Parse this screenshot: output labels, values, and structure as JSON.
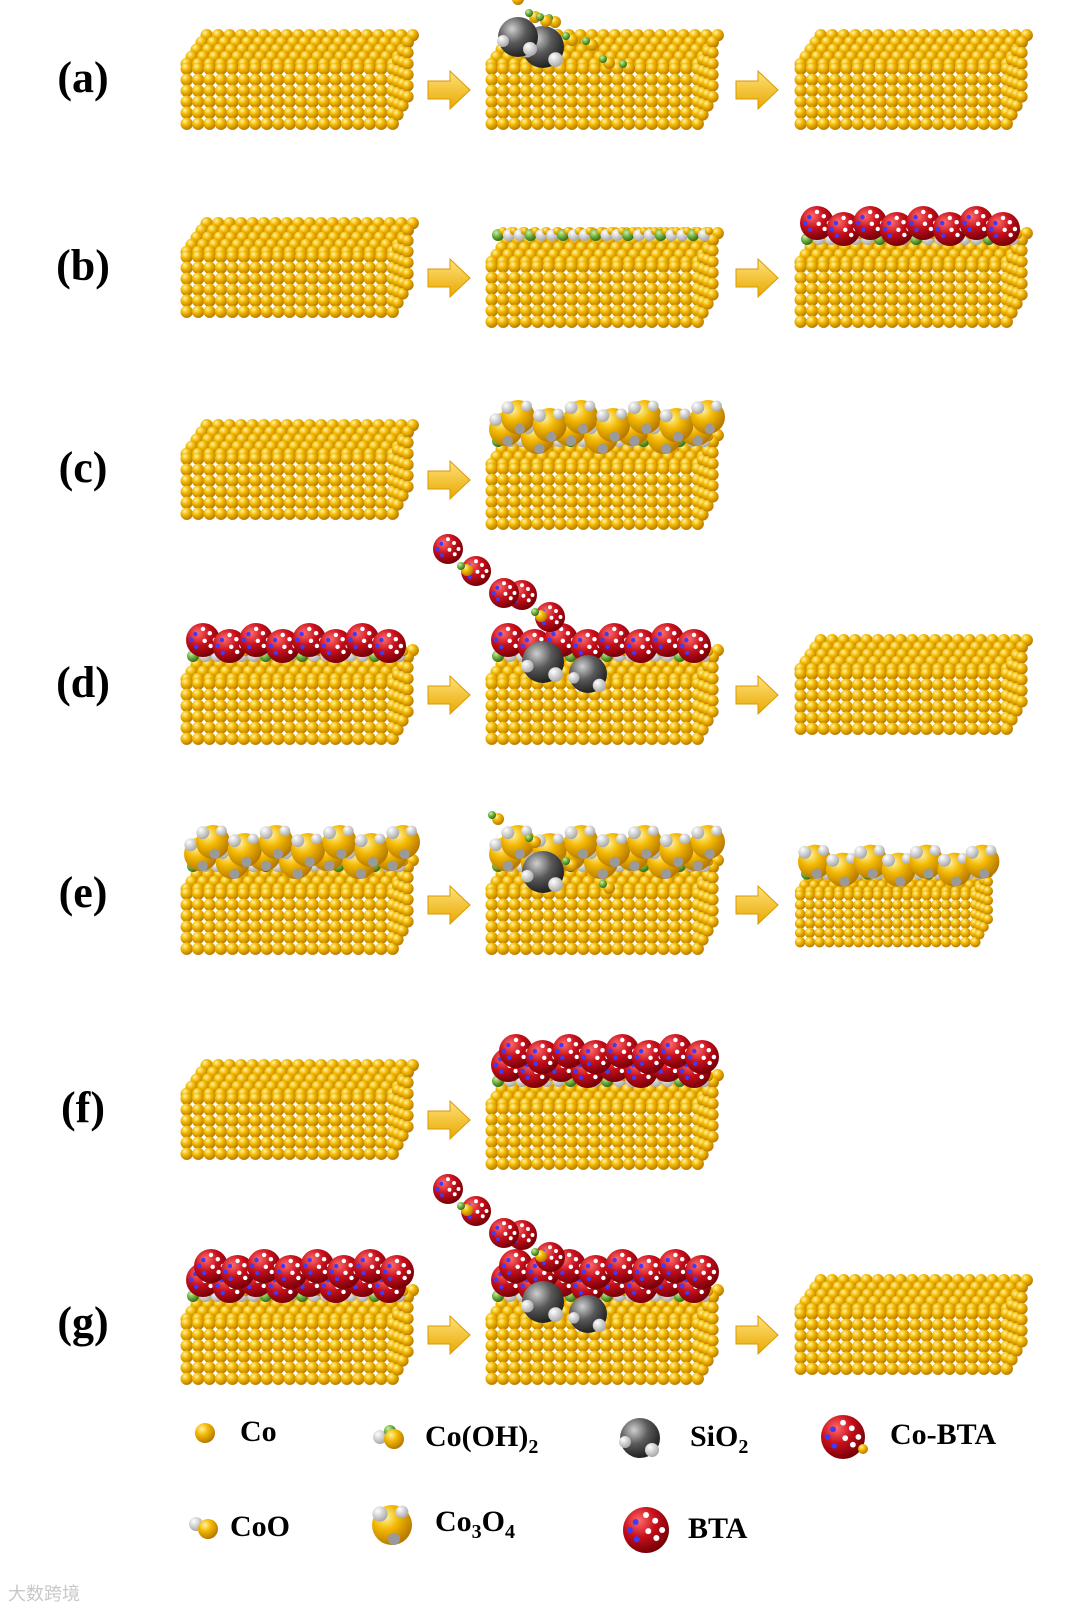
{
  "rows": [
    {
      "label": "(a)",
      "panels": [
        "bare",
        "sio2",
        "bare"
      ]
    },
    {
      "label": "(b)",
      "panels": [
        "bare",
        "oh",
        "bta"
      ]
    },
    {
      "label": "(c)",
      "panels": [
        "bare",
        "co3o4"
      ]
    },
    {
      "label": "(d)",
      "panels": [
        "bta",
        "bta_sio2",
        "bare"
      ]
    },
    {
      "label": "(e)",
      "panels": [
        "co3o4",
        "co3o4_sio2",
        "co3o4_thin"
      ]
    },
    {
      "label": "(f)",
      "panels": [
        "bare",
        "bta_thick"
      ]
    },
    {
      "label": "(g)",
      "panels": [
        "bta_thick",
        "bta_thick_sio2",
        "bare"
      ]
    }
  ],
  "legend": [
    {
      "icon": "co",
      "main": "Co",
      "sub": "",
      "tail": ""
    },
    {
      "icon": "cooh2",
      "main": "Co(OH)",
      "sub": "2",
      "tail": ""
    },
    {
      "icon": "sio2",
      "main": "SiO",
      "sub": "2",
      "tail": ""
    },
    {
      "icon": "cobta",
      "main": "Co-BTA",
      "sub": "",
      "tail": ""
    },
    {
      "icon": "coo",
      "main": "CoO",
      "sub": "",
      "tail": ""
    },
    {
      "icon": "co3o4",
      "main": "Co",
      "sub": "3",
      "tail": "O",
      "sub2": "4"
    },
    {
      "icon": "bta",
      "main": "BTA",
      "sub": "",
      "tail": ""
    }
  ],
  "watermark": "大数跨境",
  "colors": {
    "cobalt": "#f0b400",
    "bta": "#c4101c",
    "silica": "#555555",
    "hydroxide": "#6aaa3c",
    "arrow": "#f5b800"
  }
}
